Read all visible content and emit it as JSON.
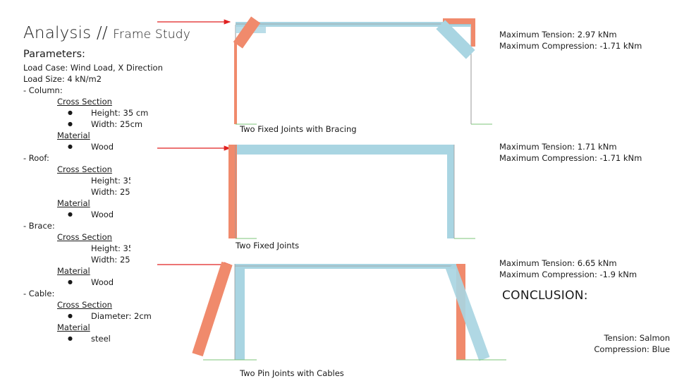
{
  "header": {
    "title": "Analysis //",
    "subtitle": "Frame Study"
  },
  "parameters": {
    "heading": "Parameters:",
    "load_case": "Load Case: Wind Load, X Direction",
    "load_size": "Load Size: 4 kN/m2",
    "column": {
      "label": "- Column:",
      "cross_section": "Cross Section",
      "height": "Height: 35 cm",
      "width": "Width: 25cm",
      "material": "Material",
      "material_value": "Wood"
    },
    "roof": {
      "label": "- Roof:",
      "cross_section": "Cross Section",
      "height": "Height: 35",
      "width": "Width: 25",
      "material": "Material",
      "material_value": "Wood"
    },
    "brace": {
      "label": "- Brace:",
      "cross_section": "Cross Section",
      "height": "Height: 35",
      "width": "Width: 25",
      "material": "Material",
      "material_value": "Wood"
    },
    "cable": {
      "label": "- Cable:",
      "cross_section": "Cross Section",
      "diameter": "Diameter: 2cm",
      "material": "Material",
      "material_value": "steel"
    }
  },
  "frames": [
    {
      "caption": "Two Fixed Joints with Bracing",
      "max_tension": "Maximum Tension: 2.97 kNm",
      "max_compression": "Maximum Compression: -1.71 kNm"
    },
    {
      "caption": "Two Fixed Joints",
      "max_tension": "Maximum Tension: 1.71 kNm",
      "max_compression": "Maximum Compression: -1.71 kNm"
    },
    {
      "caption": "Two Pin Joints with Cables",
      "max_tension": "Maximum Tension: 6.65 kNm",
      "max_compression": "Maximum Compression: -1.9 kNm"
    }
  ],
  "conclusion": {
    "heading": "CONCLUSION:"
  },
  "legend": {
    "tension": "Tension: Salmon",
    "compression": "Compression: Blue"
  },
  "colors": {
    "tension": "#f08a6c",
    "compression": "#a9d5e2",
    "arrow": "#e02020",
    "support": "#7cc47a",
    "member": "#9a9a9a"
  }
}
